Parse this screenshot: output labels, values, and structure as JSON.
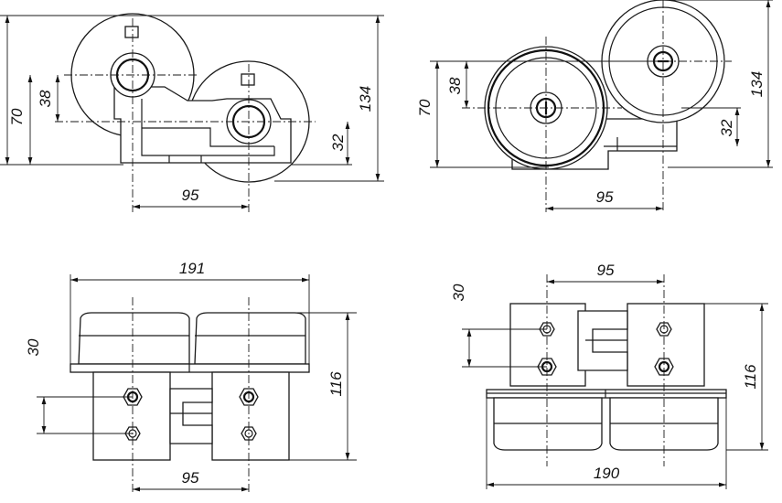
{
  "views": {
    "top_left": {
      "dim_134": "134",
      "dim_70": "70",
      "dim_38": "38",
      "dim_32": "32",
      "dim_95": "95"
    },
    "top_right": {
      "dim_134": "134",
      "dim_70": "70",
      "dim_38": "38",
      "dim_32": "32",
      "dim_95": "95"
    },
    "bottom_left": {
      "dim_191": "191",
      "dim_30": "30",
      "dim_116": "116",
      "dim_95": "95"
    },
    "bottom_right": {
      "dim_95": "95",
      "dim_30": "30",
      "dim_116": "116",
      "dim_190": "190"
    }
  }
}
